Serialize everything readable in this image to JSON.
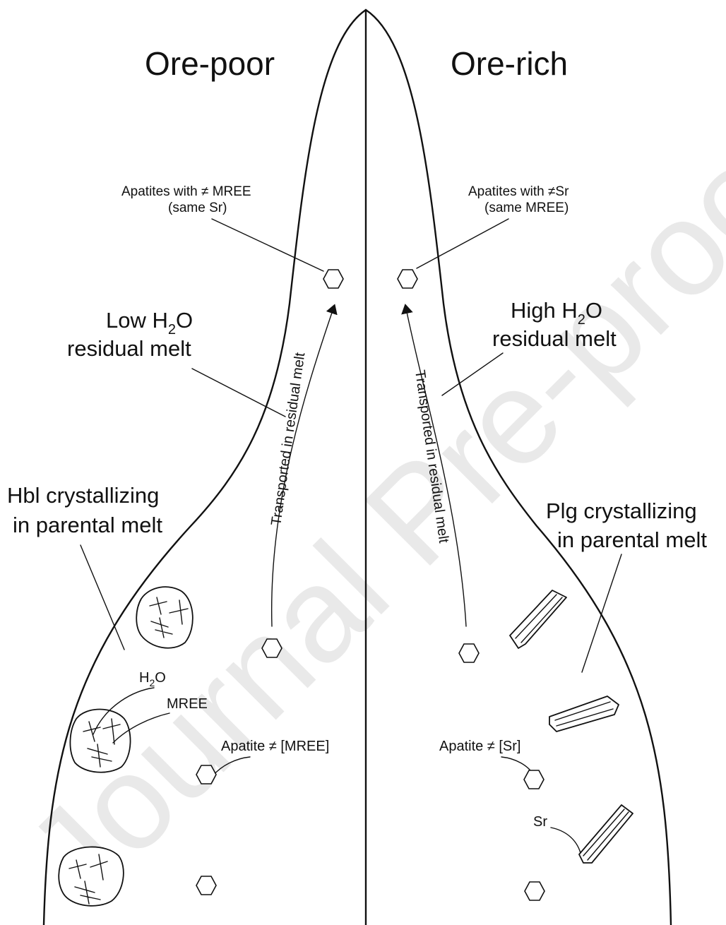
{
  "watermark": "Journal Pre-proofs",
  "titles": {
    "left": "Ore-poor",
    "right": "Ore-rich"
  },
  "left": {
    "apatite_note_line1": "Apatites with ≠ MREE",
    "apatite_note_line2": "(same Sr)",
    "melt_label_prefix": "Low H",
    "melt_label_sub": "2",
    "melt_label_suffix": "O",
    "melt_label_line2": "residual melt",
    "transport_label": "Transported in residual melt",
    "crystallizing_line1": "Hbl crystallizing",
    "crystallizing_line2": "in parental melt",
    "h2o_label_prefix": "H",
    "h2o_label_sub": "2",
    "h2o_label_suffix": "O",
    "mree_label": "MREE",
    "apatite_label": "Apatite ≠ [MREE]"
  },
  "right": {
    "apatite_note_line1": "Apatites with ≠Sr",
    "apatite_note_line2": "(same MREE)",
    "melt_label_prefix": "High H",
    "melt_label_sub": "2",
    "melt_label_suffix": "O",
    "melt_label_line2": "residual melt",
    "transport_label": "Transported in residual melt",
    "crystallizing_line1": "Plg crystallizing",
    "crystallizing_line2": "in parental melt",
    "apatite_label": "Apatite ≠ [Sr]",
    "sr_label": "Sr"
  }
}
